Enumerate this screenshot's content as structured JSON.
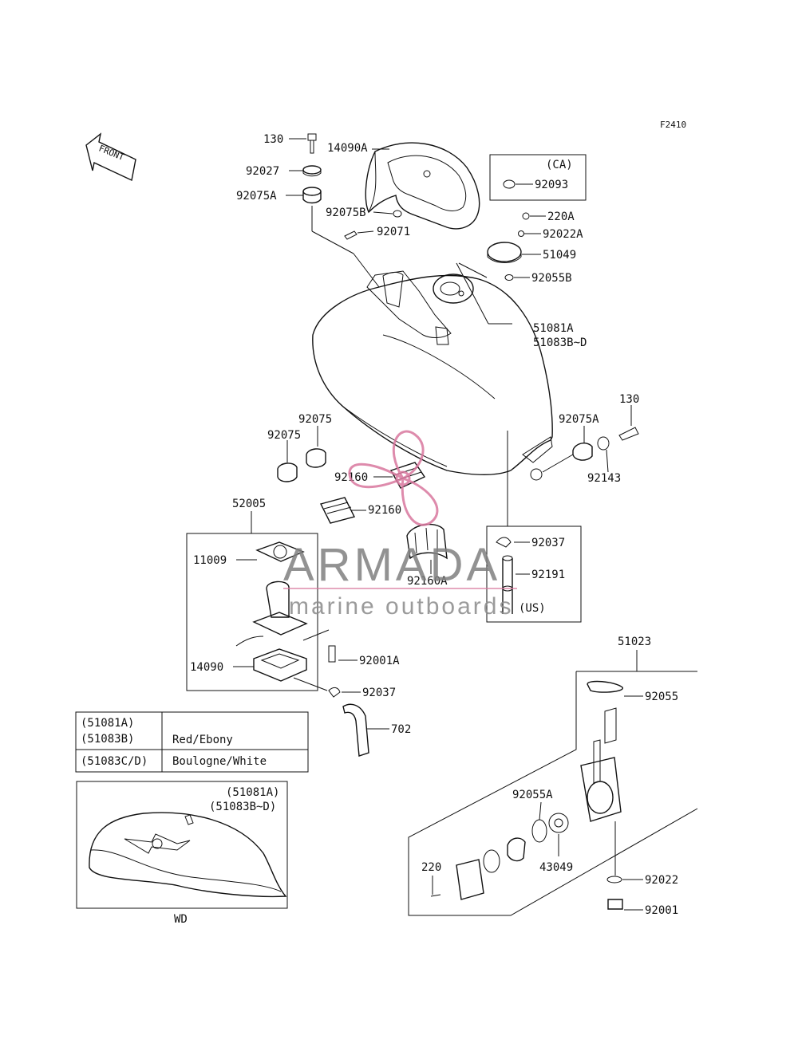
{
  "diagram": {
    "figure_code": "F2410",
    "front_label": "FRONT",
    "labels": {
      "p130_top": "130",
      "p14090A": "14090A",
      "p92027": "92027",
      "p92075A_top": "92075A",
      "p92075B": "92075B",
      "p92071": "92071",
      "ca_note": "(CA)",
      "p92093": "92093",
      "p220A": "220A",
      "p92022A": "92022A",
      "p51049": "51049",
      "p92055B": "92055B",
      "p51081A": "51081A",
      "p51083BD": "51083B~D",
      "p130_right": "130",
      "p92075A_right": "92075A",
      "p92143": "92143",
      "p92075_a": "92075",
      "p92075_b": "92075",
      "p92160_a": "92160",
      "p92160_b": "92160",
      "p92160A": "92160A",
      "p52005": "52005",
      "p11009": "11009",
      "p14090": "14090",
      "p92001A": "92001A",
      "p92037_low": "92037",
      "p702": "702",
      "p92037_us": "92037",
      "p92191": "92191",
      "us_note": "(US)",
      "p51023": "51023",
      "p92055": "92055",
      "p92055A": "92055A",
      "p43049": "43049",
      "p220": "220",
      "p92022": "92022",
      "p92001": "92001"
    },
    "color_table": {
      "row1_codes_a": "(51081A)",
      "row1_codes_b": "(51083B)",
      "row1_color": "Red/Ebony",
      "row2_codes": "(51083C/D)",
      "row2_color": "Boulogne/White"
    },
    "inset": {
      "code_a": "(51081A)",
      "code_b": "(51083B~D)",
      "caption": "WD"
    }
  },
  "watermark": {
    "brand": "ARMADA",
    "tagline": "marine outboards",
    "brand_color": "#d9779e"
  }
}
